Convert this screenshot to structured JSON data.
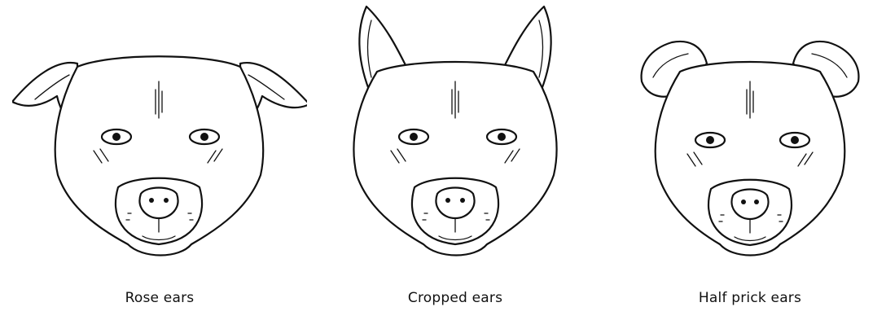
{
  "figure": {
    "panels": [
      {
        "id": "rose",
        "caption": "Rose ears",
        "ear_type": "rose"
      },
      {
        "id": "cropped",
        "caption": "Cropped ears",
        "ear_type": "cropped"
      },
      {
        "id": "half-prick",
        "caption": "Half prick ears",
        "ear_type": "half-prick"
      }
    ]
  }
}
